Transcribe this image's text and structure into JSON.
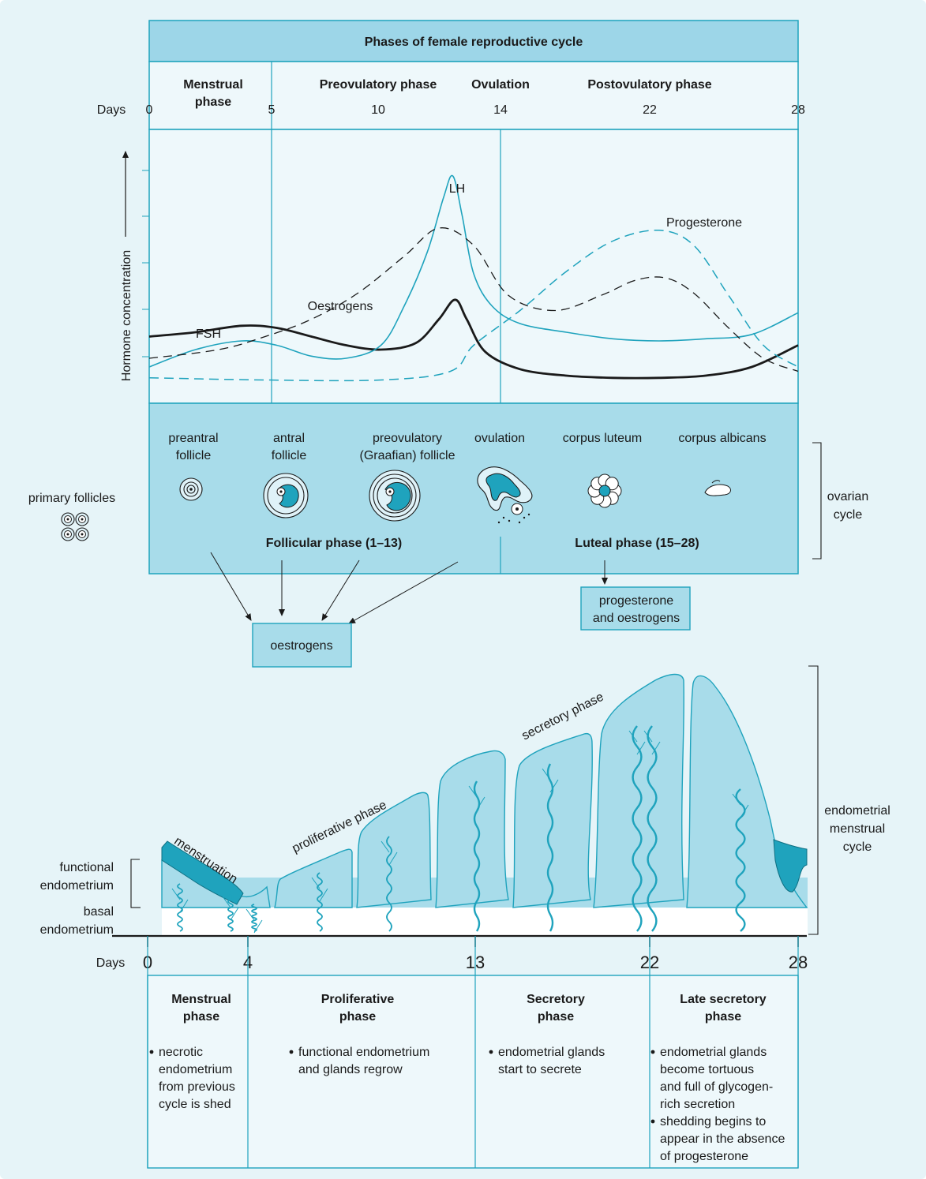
{
  "title": "Phases of female reproductive cycle",
  "top_phases": {
    "menstrual": [
      "Menstrual",
      "phase"
    ],
    "preovulatory": "Preovulatory phase",
    "ovulation": "Ovulation",
    "postovulatory": "Postovulatory phase"
  },
  "days_label": "Days",
  "top_days": [
    "0",
    "5",
    "10",
    "14",
    "22",
    "28"
  ],
  "y_axis_label": "Hormone concentration",
  "hormone_labels": {
    "lh": "LH",
    "fsh": "FSH",
    "oestrogens": "Oestrogens",
    "progesterone": "Progesterone"
  },
  "chart_data": {
    "type": "line",
    "title": "",
    "xlabel": "Days",
    "ylabel": "Hormone concentration",
    "xlim": [
      0,
      28
    ],
    "x_ticks": [
      0,
      5,
      10,
      14,
      22,
      28
    ],
    "series": [
      {
        "name": "FSH",
        "style": "solid-thick",
        "color": "#1a1a1a",
        "x": [
          0,
          2,
          4,
          5.5,
          7,
          8.5,
          10,
          11.5,
          12.5,
          13.2,
          13.7,
          14.5,
          16,
          18,
          20,
          22,
          24,
          26,
          28
        ],
        "y": [
          0.26,
          0.28,
          0.31,
          0.3,
          0.26,
          0.22,
          0.2,
          0.23,
          0.34,
          0.43,
          0.34,
          0.19,
          0.11,
          0.08,
          0.07,
          0.07,
          0.08,
          0.12,
          0.22
        ]
      },
      {
        "name": "LH",
        "style": "solid",
        "color": "#1fa3bd",
        "x": [
          0,
          2,
          4,
          5.5,
          7,
          8.5,
          10,
          11,
          12,
          12.7,
          13.1,
          13.5,
          14,
          14.8,
          16,
          18,
          20,
          22,
          24,
          26,
          28
        ],
        "y": [
          0.12,
          0.2,
          0.24,
          0.22,
          0.17,
          0.16,
          0.22,
          0.4,
          0.65,
          0.9,
          1.0,
          0.82,
          0.55,
          0.4,
          0.32,
          0.28,
          0.25,
          0.24,
          0.25,
          0.27,
          0.37
        ]
      },
      {
        "name": "Oestrogens",
        "style": "dashed",
        "color": "#1a1a1a",
        "x": [
          0,
          3,
          5,
          7,
          9,
          11,
          12.5,
          14,
          15.5,
          17.5,
          19.5,
          21,
          22.3,
          23.5,
          25,
          26.5,
          28
        ],
        "y": [
          0.16,
          0.2,
          0.26,
          0.34,
          0.46,
          0.63,
          0.76,
          0.68,
          0.45,
          0.38,
          0.45,
          0.52,
          0.53,
          0.46,
          0.3,
          0.16,
          0.1
        ]
      },
      {
        "name": "Progesterone",
        "style": "dashed",
        "color": "#1fa3bd",
        "x": [
          0,
          5,
          10,
          13,
          14,
          16,
          18,
          20,
          22,
          23.5,
          25,
          26.5,
          28
        ],
        "y": [
          0.07,
          0.06,
          0.06,
          0.1,
          0.22,
          0.38,
          0.56,
          0.7,
          0.75,
          0.68,
          0.45,
          0.22,
          0.12
        ]
      }
    ]
  },
  "ovary": {
    "stages": [
      [
        "preantral",
        "follicle"
      ],
      [
        "antral",
        "follicle"
      ],
      [
        "preovulatory",
        "(Graafian) follicle"
      ],
      [
        "ovulation"
      ],
      [
        "corpus luteum"
      ],
      [
        "corpus albicans"
      ]
    ],
    "primary_follicles": "primary follicles",
    "follicular_phase": "Follicular phase (1–13)",
    "luteal_phase": "Luteal phase (15–28)",
    "ovarian_cycle": [
      "ovarian",
      "cycle"
    ],
    "oestrogens_box": "oestrogens",
    "prog_box": [
      "progesterone",
      "and oestrogens"
    ]
  },
  "endometrium": {
    "menstruation": "menstruation",
    "proliferative": "proliferative phase",
    "secretory": "secretory phase",
    "functional": [
      "functional",
      "endometrium"
    ],
    "basal": [
      "basal",
      "endometrium"
    ],
    "endometrial_cycle": [
      "endometrial",
      "menstrual",
      "cycle"
    ]
  },
  "bottom_days": [
    "0",
    "4",
    "13",
    "22",
    "28"
  ],
  "bottom_phases": [
    {
      "title": [
        "Menstrual",
        "phase"
      ],
      "bullets": [
        [
          "necrotic",
          "endometrium",
          "from previous",
          "cycle is shed"
        ]
      ]
    },
    {
      "title": [
        "Proliferative",
        "phase"
      ],
      "bullets": [
        [
          "functional endometrium",
          "and glands regrow"
        ]
      ]
    },
    {
      "title": [
        "Secretory",
        "phase"
      ],
      "bullets": [
        [
          "endometrial glands",
          "start to secrete"
        ]
      ]
    },
    {
      "title": [
        "Late secretory",
        "phase"
      ],
      "bullets": [
        [
          "endometrial glands",
          "become tortuous",
          "and full of glycogen-",
          "rich secretion"
        ],
        [
          "shedding begins to",
          "appear in the absence",
          "of progesterone"
        ]
      ]
    }
  ],
  "colors": {
    "teal": "#1fa3bd",
    "panel": "#a8dcea",
    "header": "#9dd6e8",
    "light": "#eef8fb",
    "background": "#e6f4f8"
  }
}
